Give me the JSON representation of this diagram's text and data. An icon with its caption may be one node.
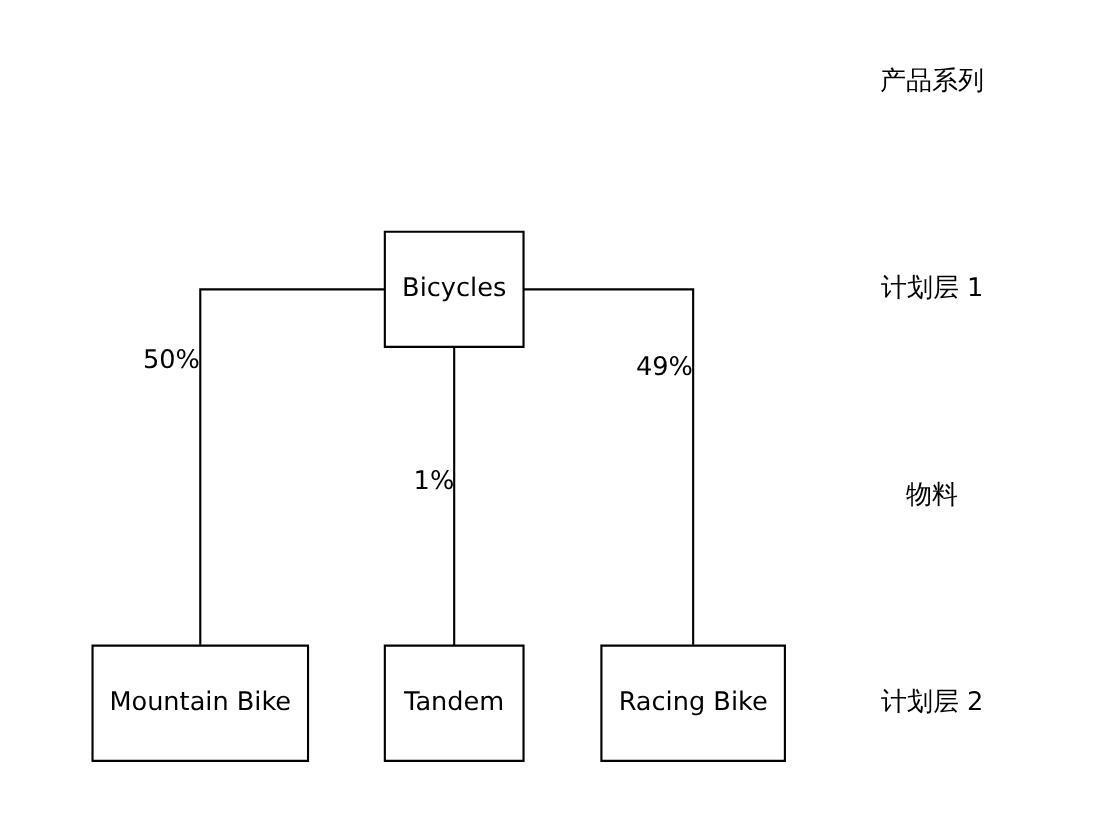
{
  "diagram": {
    "nodes": [
      {
        "text": [
          "Bicycles"
        ]
      },
      {
        "text": [
          "Mountain Bike"
        ]
      },
      {
        "text": [
          "Tandem"
        ]
      },
      {
        "text": [
          "Racing Bike"
        ]
      }
    ],
    "edges": [
      {
        "from": 0,
        "to": 1,
        "arrow": "none",
        "label": "50%"
      },
      {
        "from": 0,
        "to": 2,
        "arrow": "none",
        "label": "1%"
      },
      {
        "from": 0,
        "to": 3,
        "arrow": "none",
        "label": "49%"
      }
    ],
    "labels": [
      "产品系列",
      "计划层 1",
      "物料",
      "计划层 2"
    ]
  }
}
